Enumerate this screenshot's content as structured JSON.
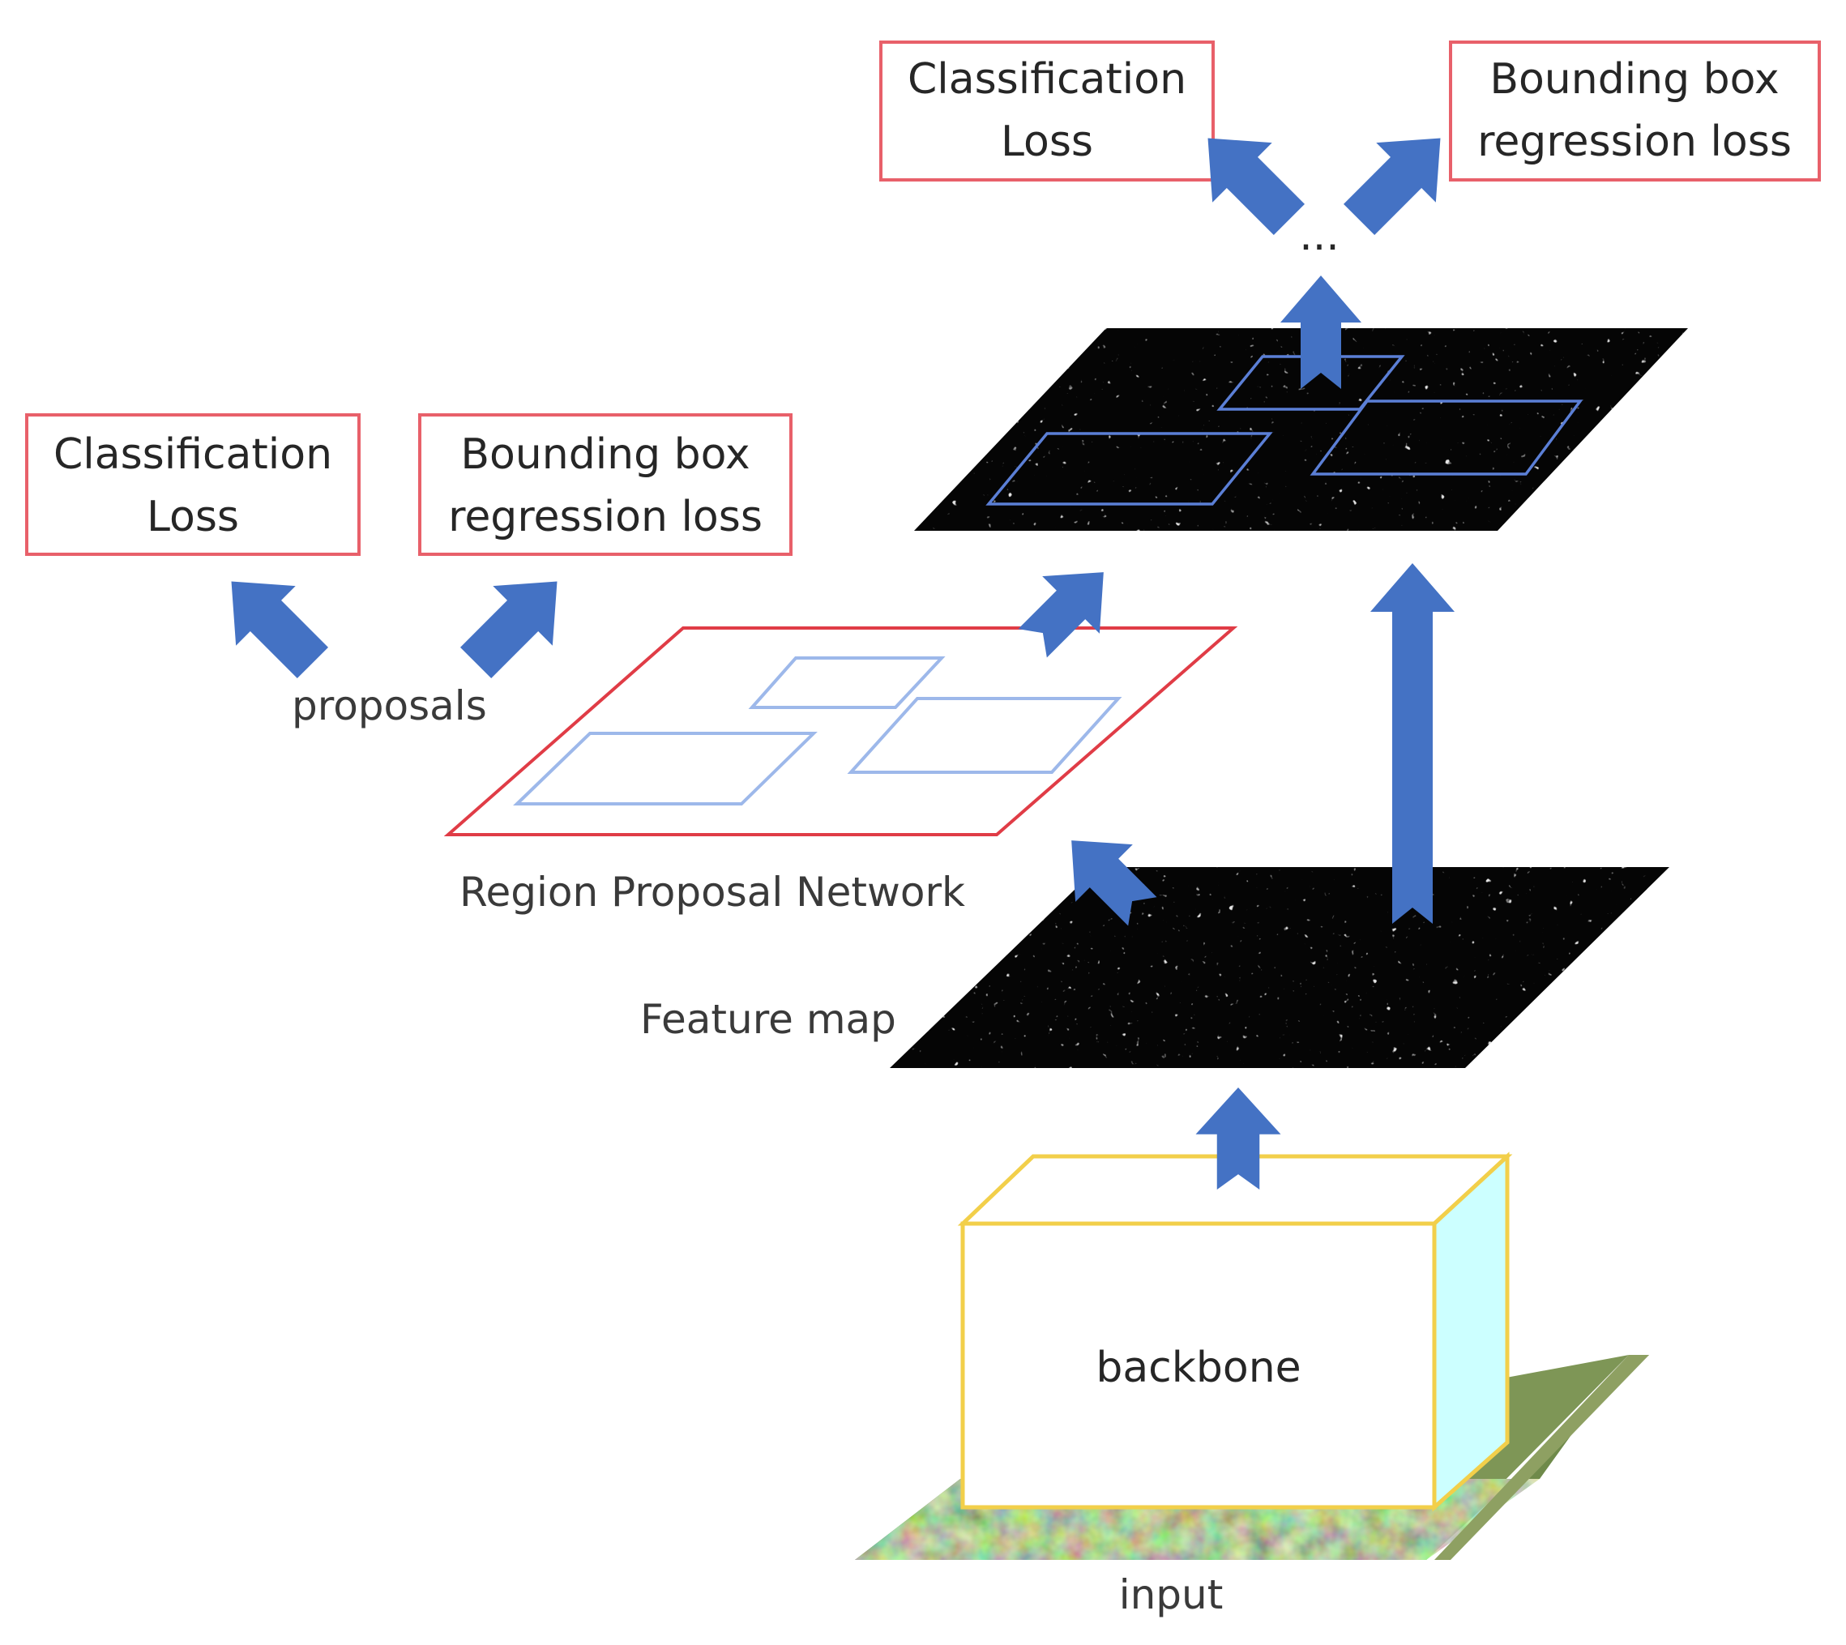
{
  "top_heads": {
    "classification": {
      "line1": "Classification",
      "line2": "Loss"
    },
    "bbox_regression": {
      "line1": "Bounding box",
      "line2": "regression loss"
    }
  },
  "rpn_heads": {
    "classification": {
      "line1": "Classification",
      "line2": "Loss"
    },
    "bbox_regression": {
      "line1": "Bounding box",
      "line2": "regression loss"
    }
  },
  "labels": {
    "ellipsis": "...",
    "proposals": "proposals",
    "rpn": "Region Proposal Network",
    "feature_map": "Feature map",
    "backbone": "backbone",
    "input": "input"
  },
  "colors": {
    "arrow": "#4472c4",
    "loss_box_border": "#e8606a",
    "rpn_plane_border": "#e03c46",
    "proposal_box": "#9db8ea",
    "roi_box": "#5b7fd6",
    "backbone_border": "#f2cf4a",
    "backbone_side": "#ccffff",
    "feature_map": "#050505"
  }
}
